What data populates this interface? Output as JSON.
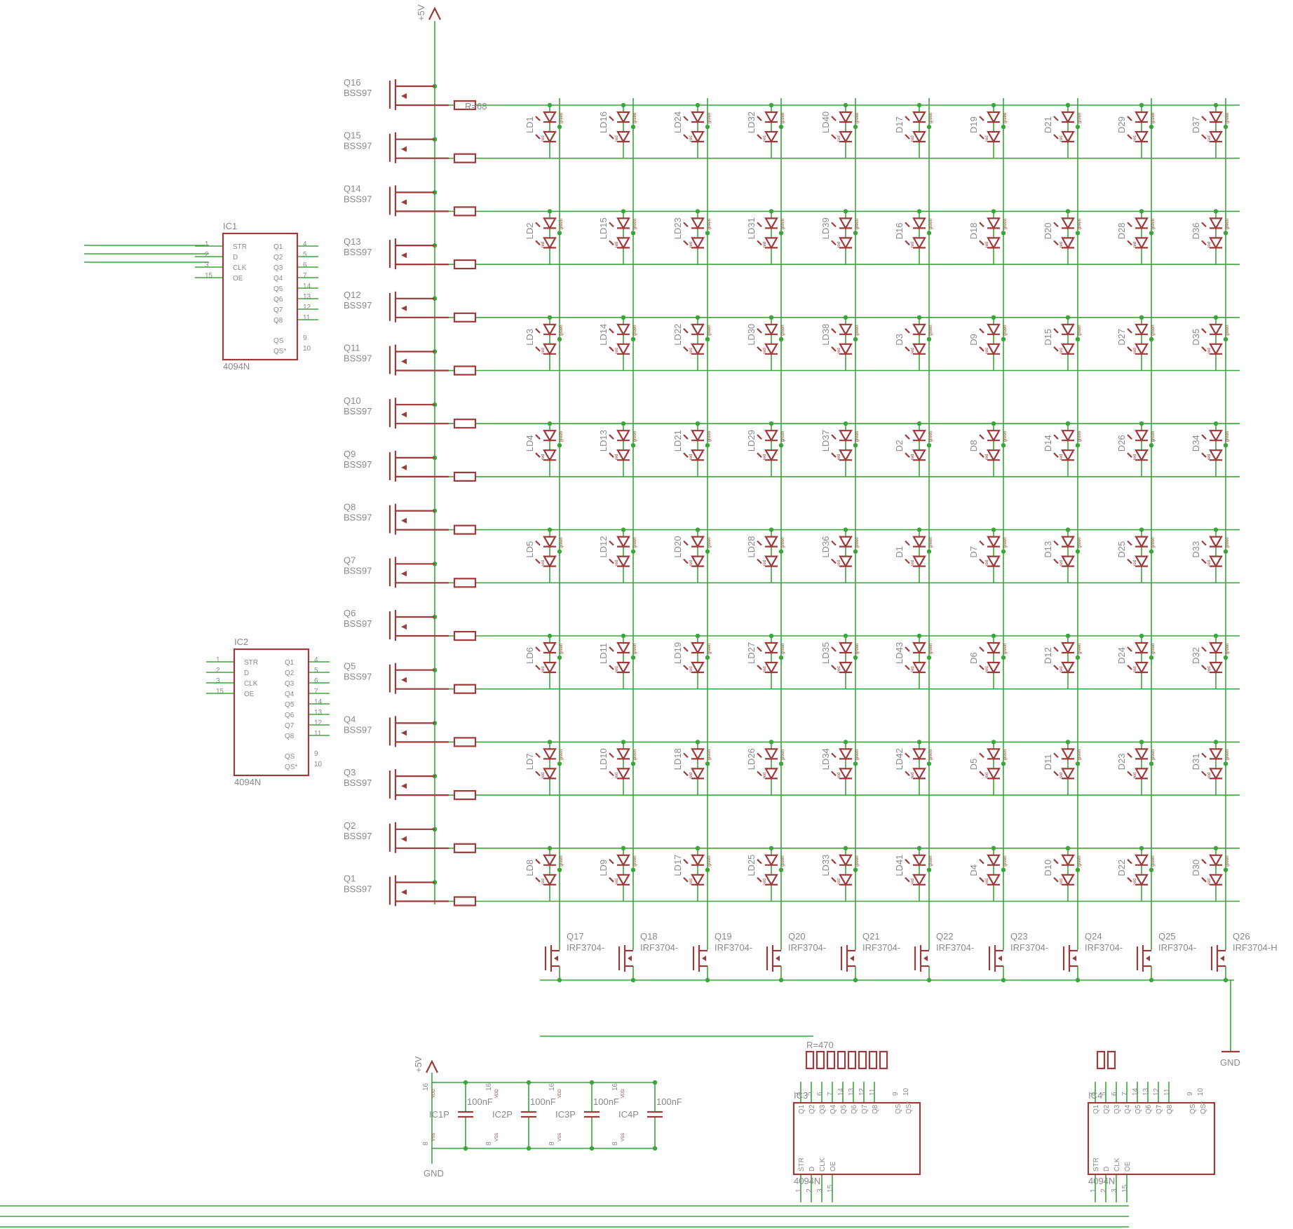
{
  "supply": {
    "vcc": "+5V",
    "gnd": "GND"
  },
  "row_drivers": {
    "part": "BSS97",
    "names": [
      "Q16",
      "Q15",
      "Q14",
      "Q13",
      "Q12",
      "Q11",
      "Q10",
      "Q9",
      "Q8",
      "Q7",
      "Q6",
      "Q5",
      "Q4",
      "Q3",
      "Q2",
      "Q1"
    ],
    "resistor_note": "R=68"
  },
  "column_drivers": {
    "names": [
      "Q17",
      "Q18",
      "Q19",
      "Q20",
      "Q21",
      "Q22",
      "Q23",
      "Q24",
      "Q25",
      "Q26"
    ],
    "parts": [
      "IRF3704-",
      "IRF3704-",
      "IRF3704-",
      "IRF3704-",
      "IRF3704-",
      "IRF3704-",
      "IRF3704-",
      "IRF3704-",
      "IRF3704-",
      "IRF3704-H"
    ],
    "resistor_note": "R=470"
  },
  "led_matrix": {
    "color_labels": {
      "top": "green",
      "bottom": "red"
    },
    "labels": [
      [
        "LD1",
        "LD16",
        "LD24",
        "LD32",
        "LD40",
        "D17",
        "D19",
        "D21",
        "D29",
        "D37"
      ],
      [
        "LD2",
        "LD15",
        "LD23",
        "LD31",
        "LD39",
        "D16",
        "D18",
        "D20",
        "D28",
        "D36"
      ],
      [
        "LD3",
        "LD14",
        "LD22",
        "LD30",
        "LD38",
        "D3",
        "D9",
        "D15",
        "D27",
        "D35"
      ],
      [
        "LD4",
        "LD13",
        "LD21",
        "LD29",
        "LD37",
        "D2",
        "D8",
        "D14",
        "D26",
        "D34"
      ],
      [
        "LD5",
        "LD12",
        "LD20",
        "LD28",
        "LD36",
        "D1",
        "D7",
        "D13",
        "D25",
        "D33"
      ],
      [
        "LD6",
        "LD11",
        "LD19",
        "LD27",
        "LD35",
        "LD43",
        "D6",
        "D12",
        "D24",
        "D32"
      ],
      [
        "LD7",
        "LD10",
        "LD18",
        "LD26",
        "LD34",
        "LD42",
        "D5",
        "D11",
        "D23",
        "D31"
      ],
      [
        "LD8",
        "LD9",
        "LD17",
        "LD25",
        "LD33",
        "LD41",
        "D4",
        "D10",
        "D22",
        "D30"
      ]
    ]
  },
  "shift_registers": {
    "part": "4094N",
    "ic1": {
      "name": "IC1"
    },
    "ic2": {
      "name": "IC2"
    },
    "ic3": {
      "name": "IC3"
    },
    "ic4": {
      "name": "IC4"
    },
    "inputs": [
      "STR",
      "D",
      "CLK",
      "OE"
    ],
    "input_pins": [
      "1",
      "2",
      "3",
      "15"
    ],
    "outputs": [
      "Q1",
      "Q2",
      "Q3",
      "Q4",
      "Q5",
      "Q6",
      "Q7",
      "Q8"
    ],
    "output_pins": [
      "4",
      "5",
      "6",
      "7",
      "14",
      "13",
      "12",
      "11"
    ],
    "serial_outputs": [
      "QS",
      "QS*"
    ],
    "serial_pins": [
      "9",
      "10"
    ]
  },
  "decoupling": {
    "names": [
      "IC1P",
      "IC2P",
      "IC3P",
      "IC4P"
    ],
    "value": "100nF",
    "vdd": "VDD",
    "vss": "VSS",
    "vdd_pin": "16",
    "vss_pin": "8"
  }
}
